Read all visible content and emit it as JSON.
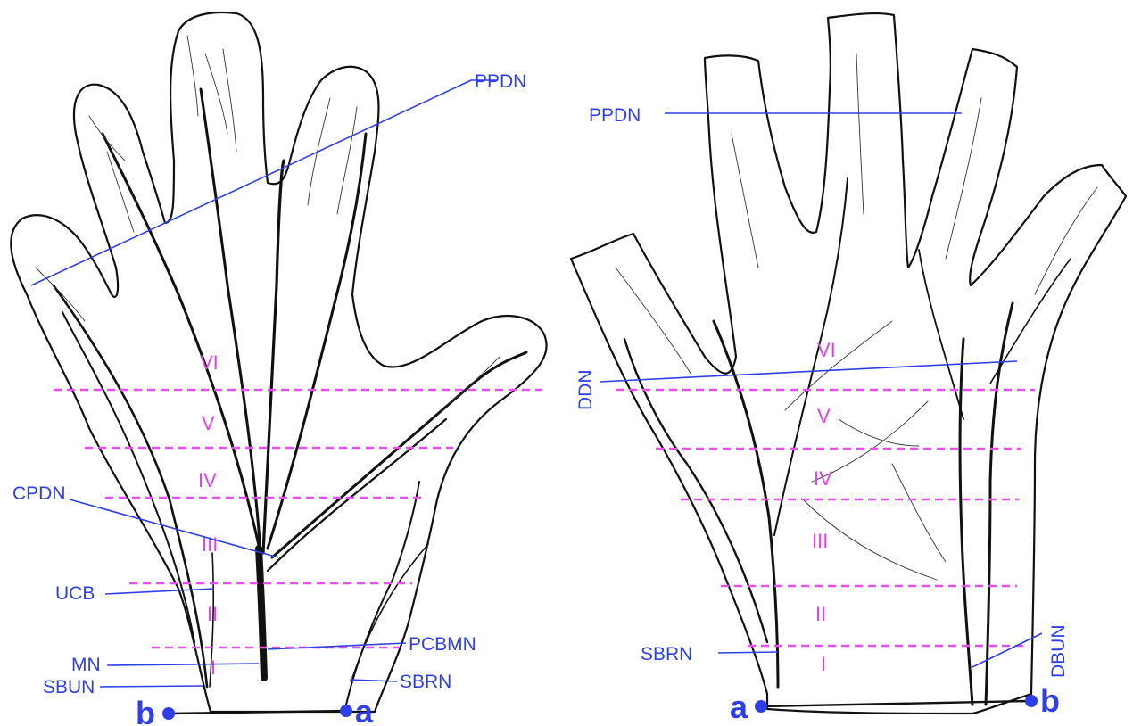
{
  "left_hand": {
    "labels": {
      "ppdn": "PPDN",
      "cpdn": "CPDN",
      "ucb": "UCB",
      "mn": "MN",
      "sbun": "SBUN",
      "pcbmn": "PCBMN",
      "sbrn": "SBRN",
      "point_a": "a",
      "point_b": "b"
    },
    "zones": [
      "VI",
      "V",
      "IV",
      "III",
      "II",
      "I"
    ]
  },
  "right_hand": {
    "labels": {
      "ppdn": "PPDN",
      "ddn": "DDN",
      "sbrn": "SBRN",
      "dbun": "DBUN",
      "point_a": "a",
      "point_b": "b"
    },
    "zones": [
      "VI",
      "V",
      "IV",
      "III",
      "II",
      "I"
    ]
  },
  "colors": {
    "label": "#2f3fe6",
    "zone_line": "#e84ef0",
    "outline": "#111111"
  }
}
